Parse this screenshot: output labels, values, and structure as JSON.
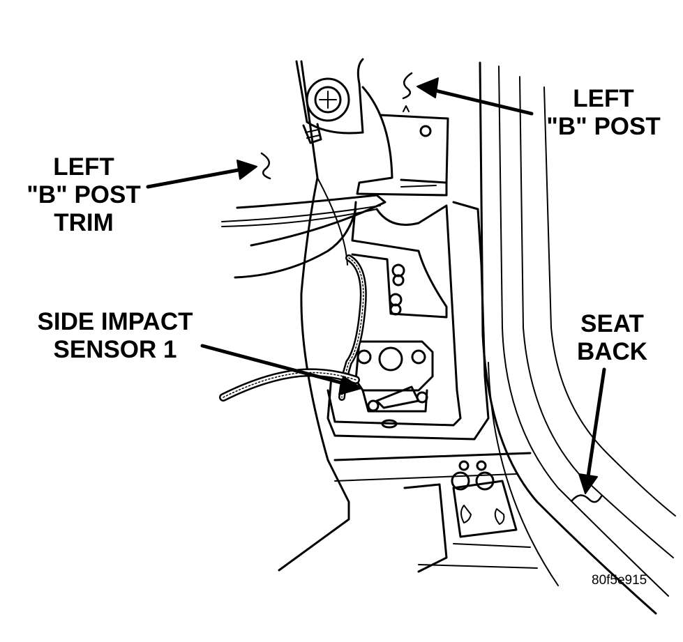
{
  "labels": {
    "b_post": [
      "LEFT",
      "\"B\" POST"
    ],
    "b_post_trim": [
      "LEFT",
      "\"B\" POST",
      "TRIM"
    ],
    "side_impact_sensor": [
      "SIDE IMPACT",
      "SENSOR 1"
    ],
    "seat_back": [
      "SEAT",
      "BACK"
    ]
  },
  "figure_id": "80f5e915",
  "colors": {
    "ink": "#000000",
    "paper": "#ffffff"
  }
}
